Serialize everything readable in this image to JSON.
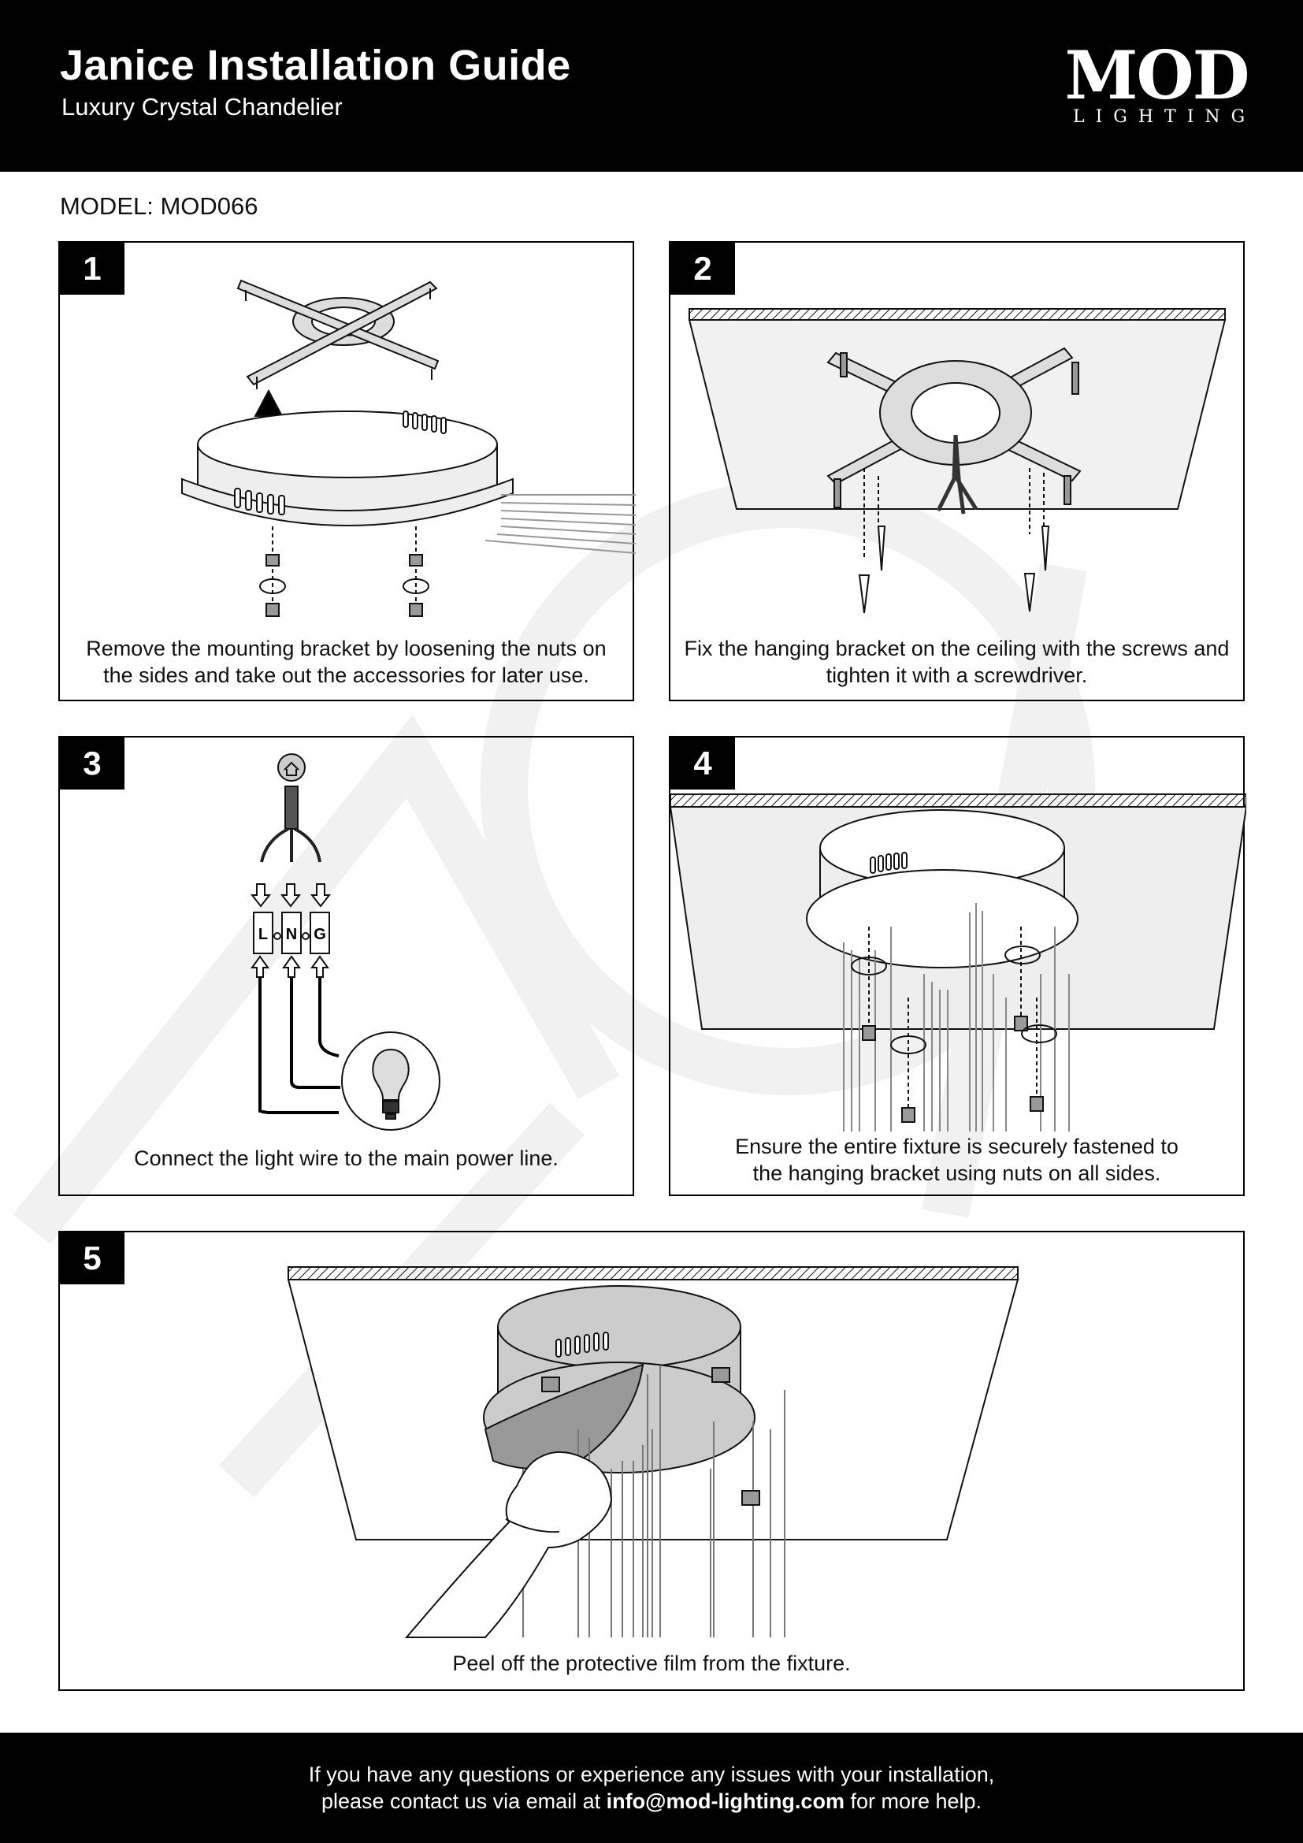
{
  "header": {
    "title": "Janice Installation Guide",
    "subtitle": "Luxury Crystal Chandelier",
    "logo_main": "MOD",
    "logo_sub": "LIGHTING"
  },
  "model": "MODEL: MOD066",
  "steps": [
    {
      "number": "1",
      "caption_line1": "Remove the mounting bracket by loosening the nuts on",
      "caption_line2": "the sides and take out the accessories for later use."
    },
    {
      "number": "2",
      "caption_line1": "Fix the hanging bracket on the ceiling with the screws and",
      "caption_line2": "tighten it with a screwdriver."
    },
    {
      "number": "3",
      "caption_line1": "Connect the light wire to the main power line.",
      "wire_labels": [
        "L",
        "N",
        "G"
      ]
    },
    {
      "number": "4",
      "caption_line1": "Ensure the entire fixture is securely fastened to",
      "caption_line2": "the hanging bracket using nuts on all sides."
    },
    {
      "number": "5",
      "caption_line1": "Peel off the protective film from the fixture."
    }
  ],
  "footer": {
    "line1": "If you have any questions or experience any issues with your installation,",
    "line2_prefix": "please contact us via email at ",
    "email": "info@mod-lighting.com",
    "line2_suffix": " for more help."
  },
  "icons": [
    "home-icon",
    "light-bulb-icon",
    "arrow-up-icon",
    "rotate-icon",
    "screw-icon",
    "hand-icon"
  ]
}
